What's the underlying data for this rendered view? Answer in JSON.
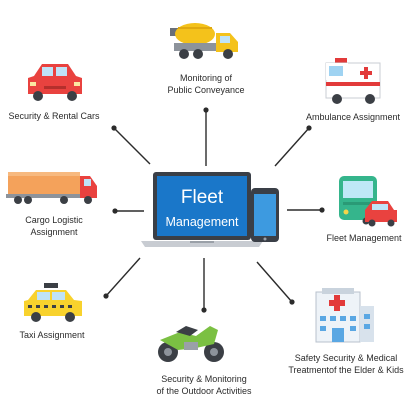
{
  "center": {
    "title_line1": "Fleet",
    "title_line2": "Management"
  },
  "nodes": [
    {
      "id": "monitoring-public",
      "icon": "cement-mixer-truck-icon",
      "lines": [
        "Monitoring of",
        "Public Conveyance"
      ]
    },
    {
      "id": "ambulance",
      "icon": "ambulance-icon",
      "lines": [
        "Ambulance Assignment"
      ]
    },
    {
      "id": "fleet-management",
      "icon": "bus-and-car-icon",
      "lines": [
        "Fleet Management"
      ]
    },
    {
      "id": "safety-medical",
      "icon": "hospital-icon",
      "lines": [
        "Safety Security & Medical",
        "Treatmentof the Elder & Kids"
      ]
    },
    {
      "id": "outdoor",
      "icon": "motorcycle-icon",
      "lines": [
        "Security & Monitoring",
        "of the Outdoor Activities"
      ]
    },
    {
      "id": "taxi",
      "icon": "taxi-icon",
      "lines": [
        "Taxi Assignment"
      ]
    },
    {
      "id": "cargo",
      "icon": "cargo-truck-icon",
      "lines": [
        "Cargo Logistic",
        "Assignment"
      ]
    },
    {
      "id": "security-rental",
      "icon": "red-car-icon",
      "lines": [
        "Security & Rental Cars"
      ]
    }
  ],
  "colors": {
    "line": "#2b2b2b",
    "laptop_screen": "#1a77c9",
    "laptop_body": "#c8ccd2",
    "phone_screen": "#3d9ae0"
  }
}
